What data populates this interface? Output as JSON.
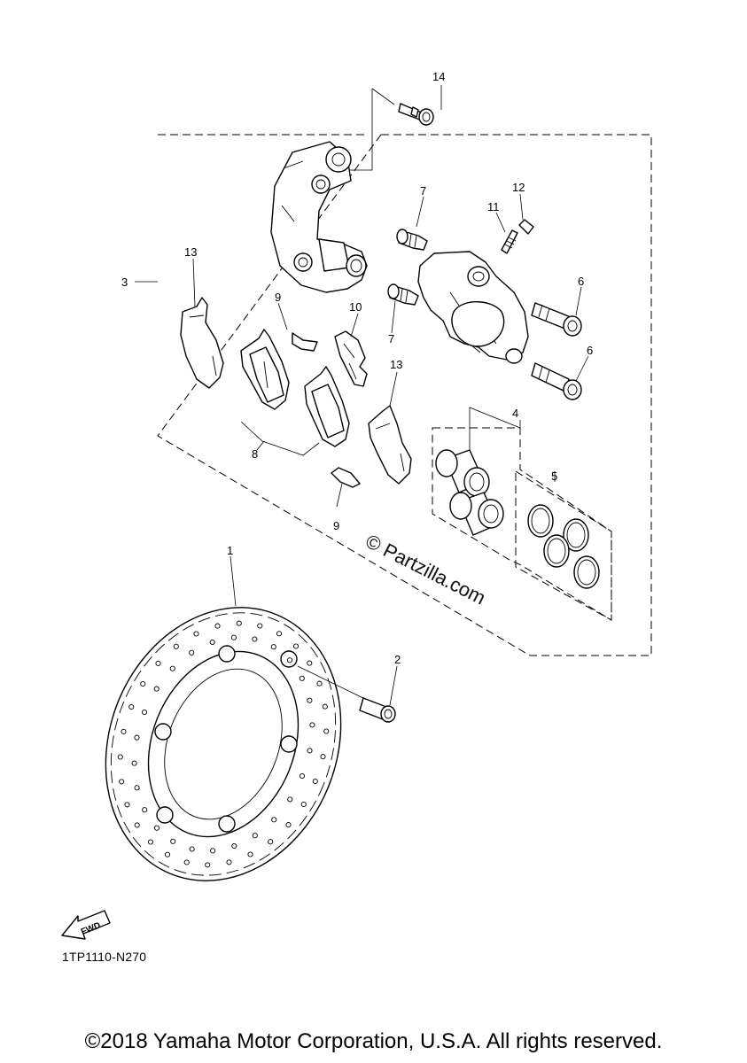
{
  "callouts": {
    "p1": "1",
    "p2": "2",
    "p3": "3",
    "p4": "4",
    "p5": "5",
    "p6a": "6",
    "p6b": "6",
    "p7a": "7",
    "p7b": "7",
    "p8": "8",
    "p9a": "9",
    "p9b": "9",
    "p10": "10",
    "p11": "11",
    "p12": "12",
    "p13a": "13",
    "p13b": "13",
    "p14": "14"
  },
  "fwd_label": "FWD",
  "drawing_code": "1TP1110-N270",
  "watermark": "© Partzilla.com",
  "copyright": "©2018 Yamaha Motor Corporation, U.S.A. All rights reserved."
}
